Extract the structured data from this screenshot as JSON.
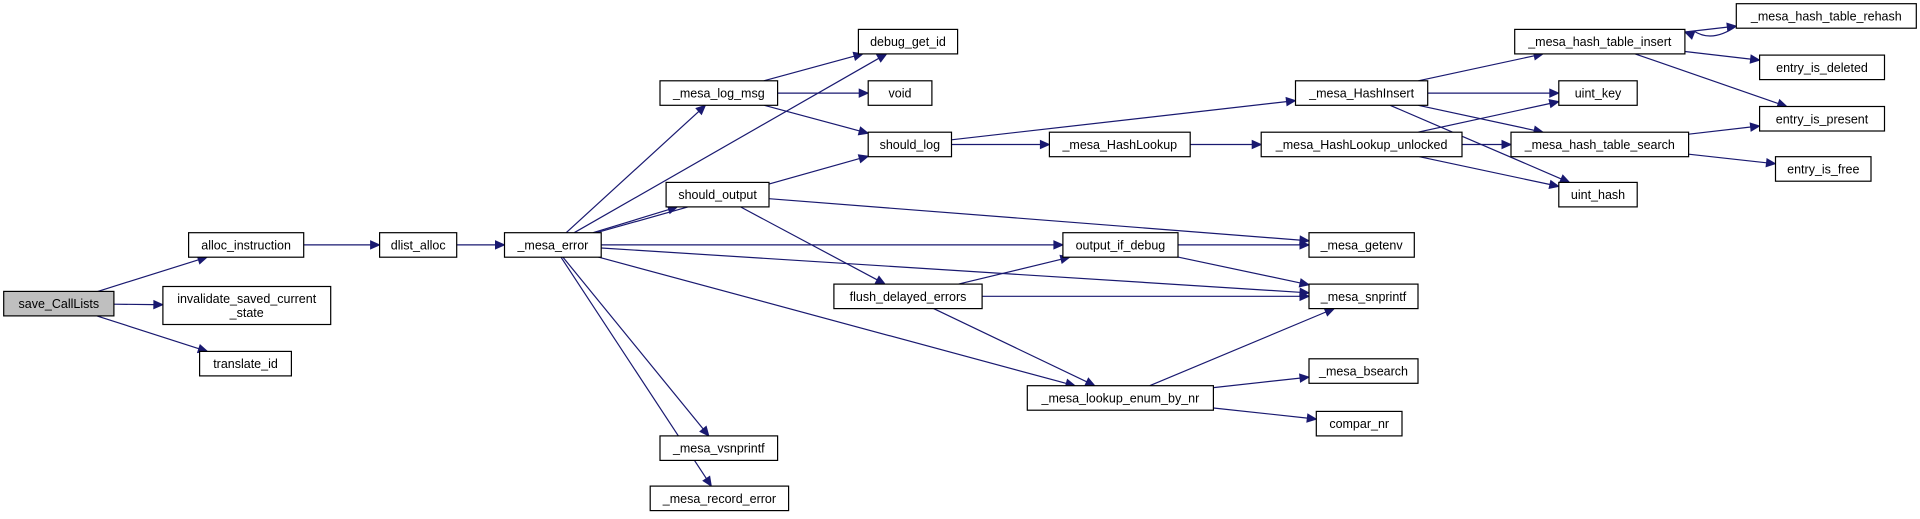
{
  "graph": {
    "colors": {
      "edge": "#191970",
      "node_border": "#000000",
      "root_fill": "#bfbfbf",
      "node_fill": "#ffffff"
    },
    "nodes": {
      "save_CallLists": "save_CallLists",
      "alloc_instruction": "alloc_instruction",
      "invalidate_saved_current_state": [
        "invalidate_saved_current",
        "_state"
      ],
      "translate_id": "translate_id",
      "dlist_alloc": "dlist_alloc",
      "mesa_error": "_mesa_error",
      "debug_get_id": "debug_get_id",
      "mesa_log_msg": "_mesa_log_msg",
      "void": "void",
      "should_log": "should_log",
      "should_output": "should_output",
      "flush_delayed_errors": "flush_delayed_errors",
      "output_if_debug": "output_if_debug",
      "mesa_getenv": "_mesa_getenv",
      "mesa_snprintf": "_mesa_snprintf",
      "mesa_lookup_enum_by_nr": "_mesa_lookup_enum_by_nr",
      "mesa_vsnprintf": "_mesa_vsnprintf",
      "mesa_record_error": "_mesa_record_error",
      "mesa_HashLookup": "_mesa_HashLookup",
      "mesa_HashInsert": "_mesa_HashInsert",
      "mesa_HashLookup_unlocked": "_mesa_HashLookup_unlocked",
      "mesa_hash_table_insert": "_mesa_hash_table_insert",
      "mesa_hash_table_rehash": "_mesa_hash_table_rehash",
      "entry_is_deleted": "entry_is_deleted",
      "entry_is_present": "entry_is_present",
      "uint_key": "uint_key",
      "mesa_hash_table_search": "_mesa_hash_table_search",
      "entry_is_free": "entry_is_free",
      "uint_hash": "uint_hash",
      "mesa_bsearch": "_mesa_bsearch",
      "compar_nr": "compar_nr"
    },
    "root": "save_CallLists",
    "edges": [
      [
        "save_CallLists",
        "alloc_instruction"
      ],
      [
        "save_CallLists",
        "invalidate_saved_current_state"
      ],
      [
        "save_CallLists",
        "translate_id"
      ],
      [
        "alloc_instruction",
        "dlist_alloc"
      ],
      [
        "dlist_alloc",
        "mesa_error"
      ],
      [
        "mesa_error",
        "debug_get_id"
      ],
      [
        "mesa_error",
        "mesa_log_msg"
      ],
      [
        "mesa_error",
        "should_log"
      ],
      [
        "mesa_error",
        "should_output"
      ],
      [
        "mesa_error",
        "output_if_debug"
      ],
      [
        "mesa_error",
        "mesa_snprintf"
      ],
      [
        "mesa_error",
        "mesa_lookup_enum_by_nr"
      ],
      [
        "mesa_error",
        "mesa_vsnprintf"
      ],
      [
        "mesa_error",
        "mesa_record_error"
      ],
      [
        "mesa_log_msg",
        "debug_get_id"
      ],
      [
        "mesa_log_msg",
        "void"
      ],
      [
        "mesa_log_msg",
        "should_log"
      ],
      [
        "should_log",
        "mesa_HashLookup"
      ],
      [
        "should_log",
        "mesa_HashInsert"
      ],
      [
        "should_output",
        "mesa_getenv"
      ],
      [
        "should_output",
        "flush_delayed_errors"
      ],
      [
        "flush_delayed_errors",
        "output_if_debug"
      ],
      [
        "flush_delayed_errors",
        "mesa_snprintf"
      ],
      [
        "flush_delayed_errors",
        "mesa_lookup_enum_by_nr"
      ],
      [
        "output_if_debug",
        "mesa_getenv"
      ],
      [
        "output_if_debug",
        "mesa_snprintf"
      ],
      [
        "mesa_lookup_enum_by_nr",
        "mesa_snprintf"
      ],
      [
        "mesa_lookup_enum_by_nr",
        "mesa_bsearch"
      ],
      [
        "mesa_lookup_enum_by_nr",
        "compar_nr"
      ],
      [
        "mesa_HashLookup",
        "mesa_HashLookup_unlocked"
      ],
      [
        "mesa_HashInsert",
        "mesa_hash_table_insert"
      ],
      [
        "mesa_HashInsert",
        "uint_key"
      ],
      [
        "mesa_HashInsert",
        "mesa_hash_table_search"
      ],
      [
        "mesa_HashInsert",
        "uint_hash"
      ],
      [
        "mesa_HashLookup_unlocked",
        "uint_key"
      ],
      [
        "mesa_HashLookup_unlocked",
        "mesa_hash_table_search"
      ],
      [
        "mesa_HashLookup_unlocked",
        "uint_hash"
      ],
      [
        "mesa_hash_table_insert",
        "mesa_hash_table_rehash"
      ],
      [
        "mesa_hash_table_insert",
        "entry_is_deleted"
      ],
      [
        "mesa_hash_table_insert",
        "entry_is_present"
      ],
      [
        "mesa_hash_table_rehash",
        "mesa_hash_table_insert"
      ],
      [
        "mesa_hash_table_search",
        "entry_is_present"
      ],
      [
        "mesa_hash_table_search",
        "entry_is_free"
      ]
    ]
  }
}
